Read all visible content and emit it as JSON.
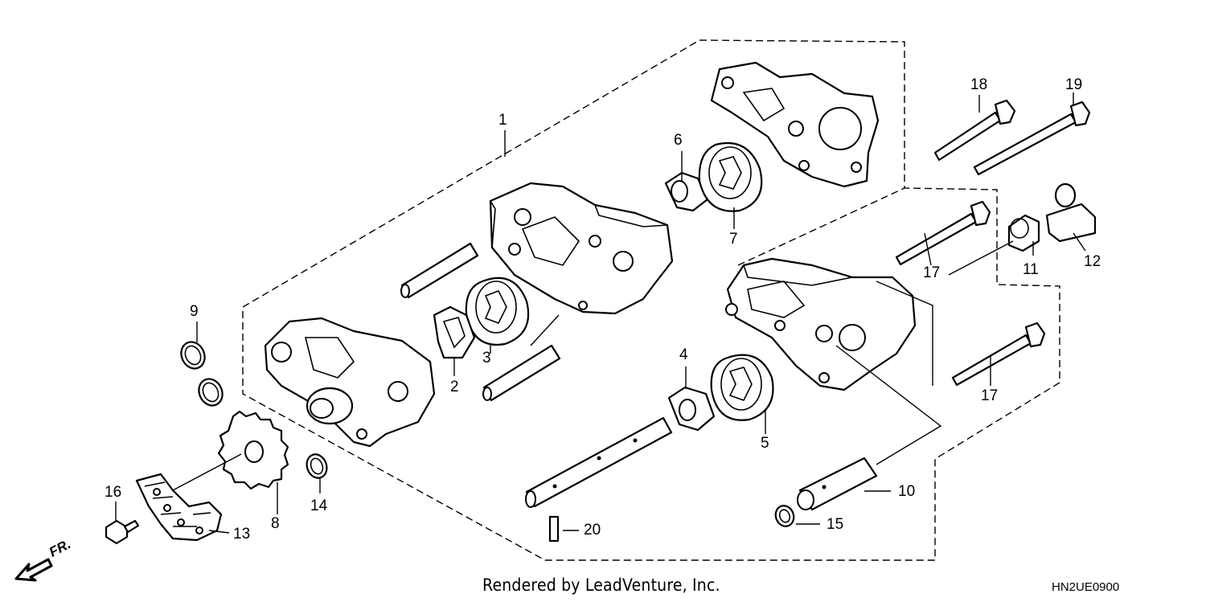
{
  "callouts": {
    "c1": "1",
    "c2": "2",
    "c3": "3",
    "c4": "4",
    "c5": "5",
    "c6": "6",
    "c7": "7",
    "c8": "8",
    "c9": "9",
    "c10": "10",
    "c11": "11",
    "c12": "12",
    "c13": "13",
    "c14": "14",
    "c15": "15",
    "c16": "16",
    "c17a": "17",
    "c17b": "17",
    "c18": "18",
    "c19": "19",
    "c20": "20"
  },
  "credit": "Rendered by LeadVenture, Inc.",
  "diagram_code": "HN2UE0900",
  "direction_label": "FR.",
  "icons": {
    "direction": "arrow-icon"
  }
}
